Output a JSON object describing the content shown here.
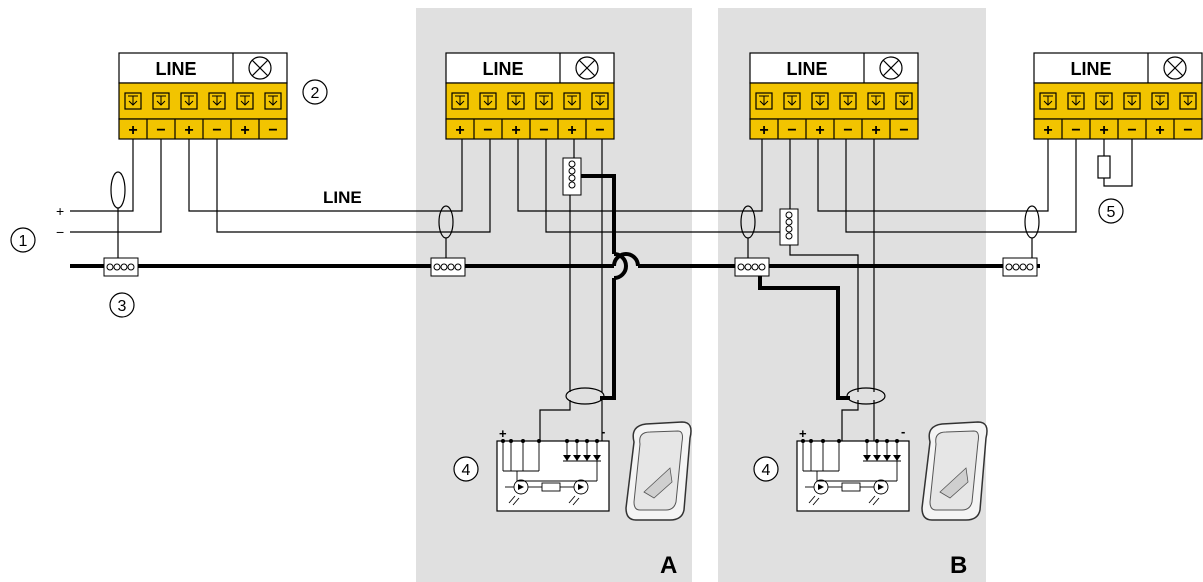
{
  "terminal_blocks": [
    {
      "line_label": "LINE",
      "polarity": [
        "+",
        "−",
        "+",
        "−",
        "+",
        "−"
      ],
      "colors": {
        "terminal": "#f2c400",
        "strip": "#f2c400"
      }
    },
    {
      "line_label": "LINE",
      "polarity": [
        "+",
        "−",
        "+",
        "−",
        "+",
        "−"
      ]
    },
    {
      "line_label": "LINE",
      "polarity": [
        "+",
        "−",
        "+",
        "−",
        "+",
        "−"
      ]
    },
    {
      "line_label": "LINE",
      "polarity": [
        "+",
        "−",
        "+",
        "−",
        "+",
        "−"
      ]
    }
  ],
  "bus_label": "LINE",
  "supply": {
    "plus": "+",
    "minus": "−"
  },
  "callouts": {
    "c1": "1",
    "c2": "2",
    "c3": "3",
    "c4a": "4",
    "c4b": "4",
    "c5": "5"
  },
  "areas": {
    "a": "A",
    "b": "B"
  },
  "detector": {
    "plus": "+",
    "minus": "-"
  },
  "colors": {
    "area_fill": "#e0e0e0",
    "terminal": "#f2c400",
    "wire": "#000000"
  }
}
